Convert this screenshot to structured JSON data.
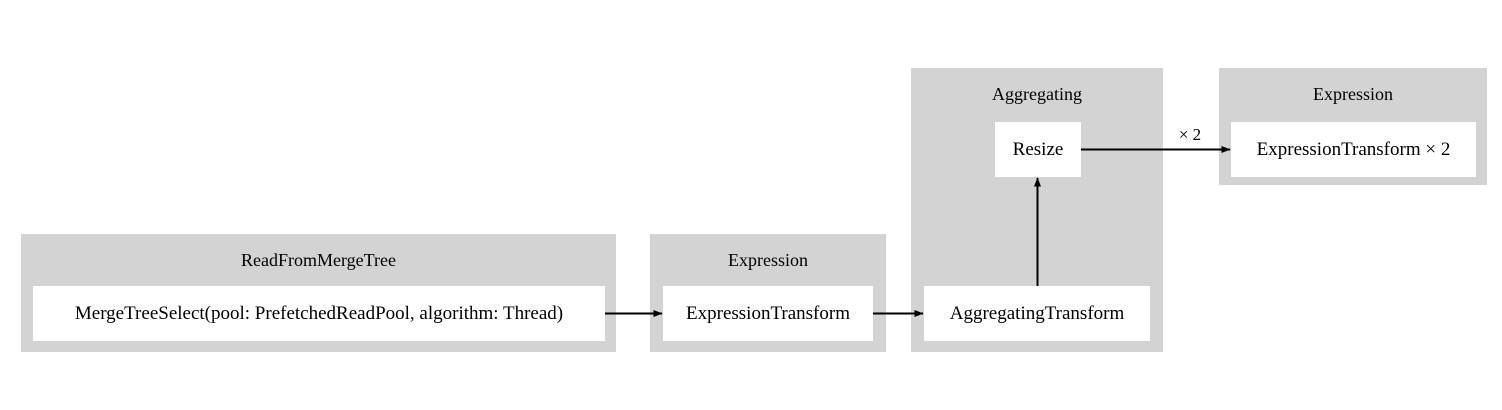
{
  "diagram": {
    "type": "pipeline-graph",
    "background_color": "#ffffff",
    "cluster_color": "#d3d3d3",
    "node_color": "#ffffff",
    "edge_color": "#000000",
    "clusters": [
      {
        "id": "read-from-merge-tree",
        "title": "ReadFromMergeTree",
        "nodes": [
          {
            "id": "merge-tree-select",
            "label": "MergeTreeSelect(pool: PrefetchedReadPool, algorithm: Thread)"
          }
        ]
      },
      {
        "id": "expression-left",
        "title": "Expression",
        "nodes": [
          {
            "id": "expression-transform",
            "label": "ExpressionTransform"
          }
        ]
      },
      {
        "id": "aggregating",
        "title": "Aggregating",
        "nodes": [
          {
            "id": "aggregating-transform",
            "label": "AggregatingTransform"
          },
          {
            "id": "resize",
            "label": "Resize"
          }
        ]
      },
      {
        "id": "expression-right",
        "title": "Expression",
        "nodes": [
          {
            "id": "expression-transform-x2",
            "label": "ExpressionTransform × 2"
          }
        ]
      }
    ],
    "edges": [
      {
        "id": "merge-tree-select-to-expression-transform",
        "from": "merge-tree-select",
        "to": "expression-transform",
        "label": ""
      },
      {
        "id": "expression-transform-to-aggregating-transform",
        "from": "expression-transform",
        "to": "aggregating-transform",
        "label": ""
      },
      {
        "id": "aggregating-transform-to-resize",
        "from": "aggregating-transform",
        "to": "resize",
        "label": ""
      },
      {
        "id": "resize-to-expression-transform-x2",
        "from": "resize",
        "to": "expression-transform-x2",
        "label": "× 2"
      }
    ]
  }
}
